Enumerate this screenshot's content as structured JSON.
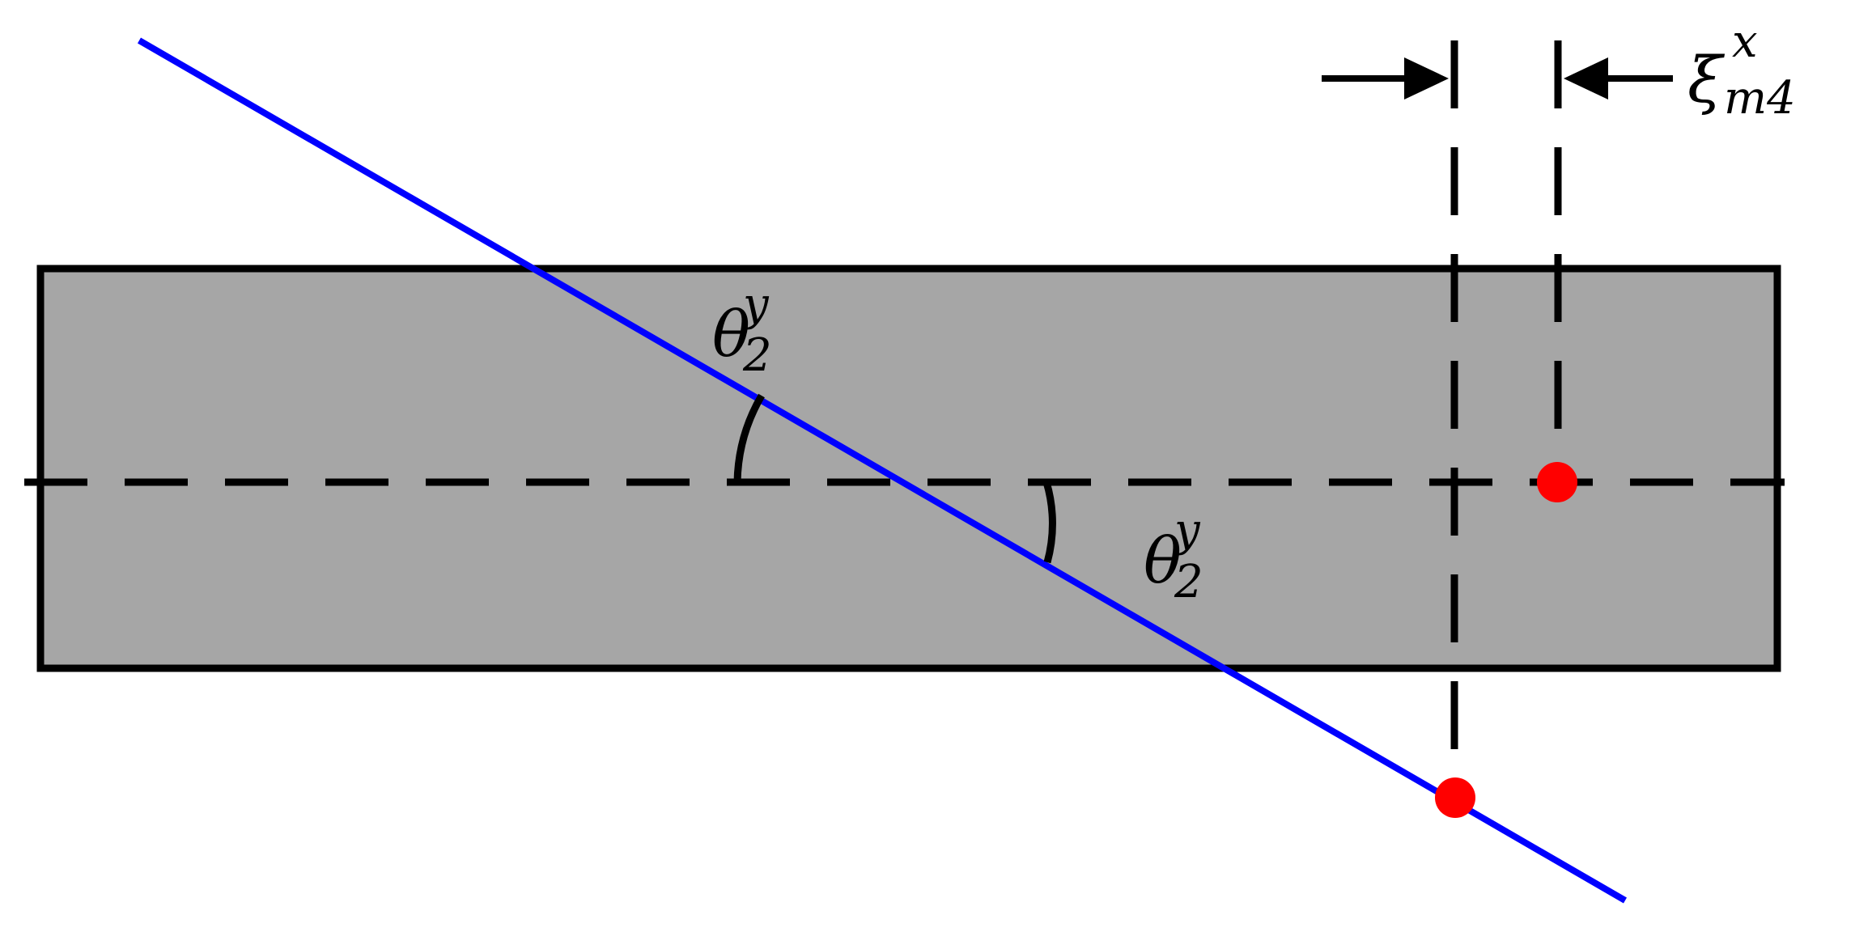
{
  "colors": {
    "background": "#ffffff",
    "bar_fill": "#a6a6a6",
    "outline": "#000000",
    "ray_line": "#0000ff",
    "marker_point": "#ff0000"
  },
  "labels": {
    "angle_upper": {
      "base": "θ",
      "sub": "2",
      "sup": "y"
    },
    "angle_lower": {
      "base": "θ",
      "sub": "2",
      "sup": "y"
    },
    "offset": {
      "base": "ξ",
      "sub": "m4",
      "sup": "x"
    }
  }
}
